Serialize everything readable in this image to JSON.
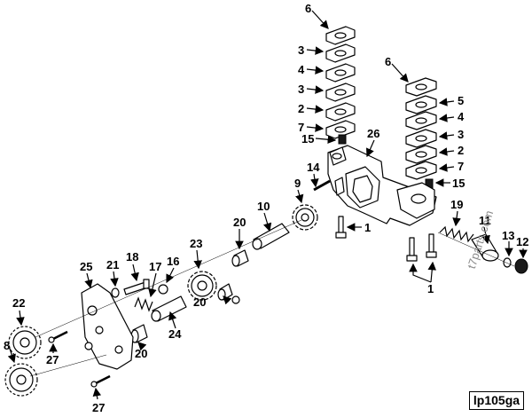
{
  "diagram": {
    "code": "lp105ga",
    "watermark": "t7parts.com",
    "callouts": {
      "c1a": "1",
      "c1b": "1",
      "c2a": "2",
      "c2b": "2",
      "c3a": "3",
      "c3b": "3",
      "c3c": "3",
      "c4a": "4",
      "c4b": "4",
      "c5": "5",
      "c6a": "6",
      "c6b": "6",
      "c7a": "7",
      "c7b": "7",
      "c8": "8",
      "c9": "9",
      "c10": "10",
      "c11": "11",
      "c12": "12",
      "c13": "13",
      "c14": "14",
      "c15a": "15",
      "c15b": "15",
      "c16": "16",
      "c17": "17",
      "c18": "18",
      "c19": "19",
      "c20a": "20",
      "c20b": "20",
      "c20c": "20",
      "c21": "21",
      "c22": "22",
      "c23": "23",
      "c24": "24",
      "c25": "25",
      "c26": "26",
      "c27a": "27",
      "c27b": "27"
    }
  }
}
